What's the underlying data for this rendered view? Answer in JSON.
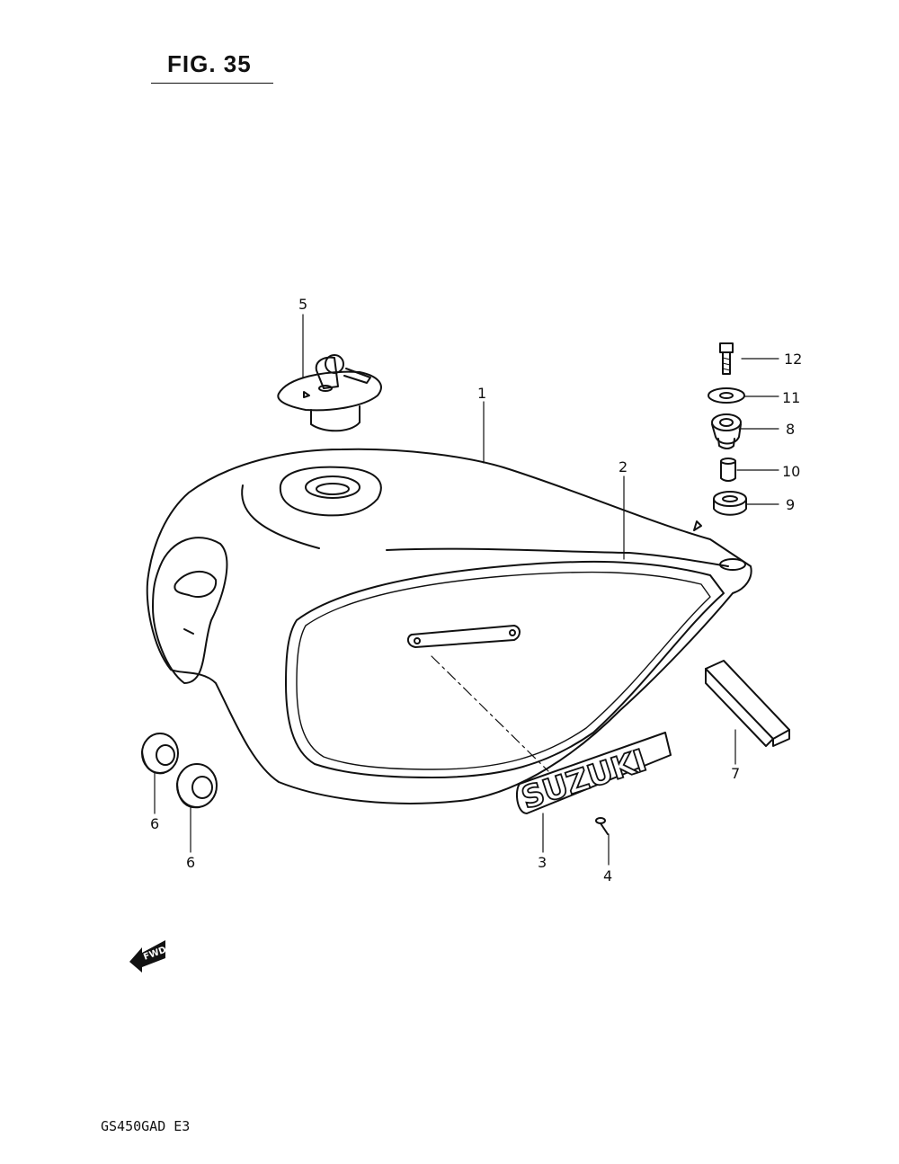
{
  "figure": {
    "title": "FIG. 35"
  },
  "model_code": "GS450GAD  E3",
  "fwd_badge": "FWD",
  "emblem_text": "SUZUKI",
  "callouts": [
    "1",
    "2",
    "3",
    "4",
    "5",
    "6",
    "6",
    "7",
    "8",
    "9",
    "10",
    "11",
    "12"
  ]
}
